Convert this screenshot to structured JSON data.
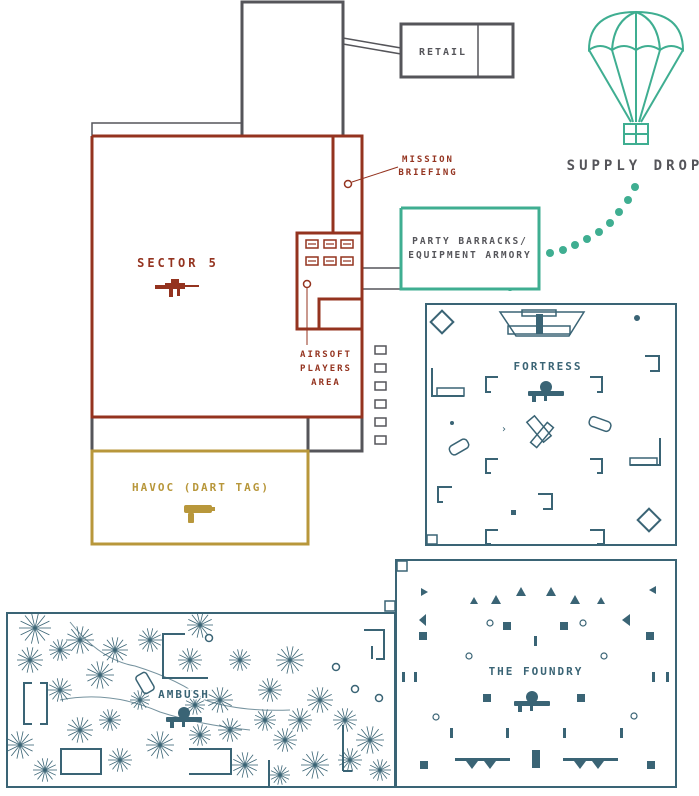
{
  "colors": {
    "building": "#55555a",
    "sector": "#94331f",
    "havoc": "#b8973b",
    "green": "#3fae91",
    "teal": "#3a6475"
  },
  "labels": {
    "retail": "RETAIL",
    "supply_drop": "SUPPLY DROP",
    "mission_line1": "MISSION",
    "mission_line2": "BRIEFING",
    "party_line1": "PARTY BARRACKS/",
    "party_line2": "EQUIPMENT ARMORY",
    "sector5": "SECTOR 5",
    "airsoft_line1": "AIRSOFT",
    "airsoft_line2": "PLAYERS",
    "airsoft_line3": "AREA",
    "havoc": "HAVOC (DART TAG)",
    "fortress": "FORTRESS",
    "foundry": "THE FOUNDRY",
    "ambush": "AMBUSH"
  },
  "icons": {
    "parachute": "parachute-icon",
    "rifle": "rifle-icon",
    "dart_blaster": "dart-blaster-icon",
    "paintball_marker": "paintball-marker-icon",
    "tree": "tree-icon"
  }
}
